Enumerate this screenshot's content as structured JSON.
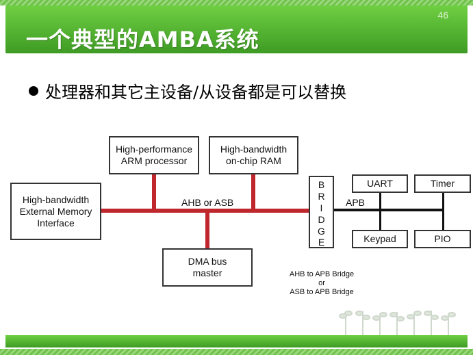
{
  "header": {
    "title": "一个典型的AMBA系统",
    "page_number": "46"
  },
  "bullet": "处理器和其它主设备/从设备都是可以替换",
  "diagram": {
    "boxes": {
      "external_memory": "High-bandwidth\nExternal Memory\nInterface",
      "arm_processor": "High-performance\nARM processor",
      "onchip_ram": "High-bandwidth\non-chip RAM",
      "dma": "DMA bus\nmaster",
      "uart": "UART",
      "timer": "Timer",
      "keypad": "Keypad",
      "pio": "PIO"
    },
    "bridge_letters": [
      "B",
      "R",
      "I",
      "D",
      "G",
      "E"
    ],
    "bus_labels": {
      "ahb": "AHB or ASB",
      "apb": "APB"
    },
    "note": "AHB to APB Bridge\nor\nASB to APB Bridge"
  },
  "colors": {
    "accent_green": "#4caf33",
    "bus_red": "#c0272d",
    "line_black": "#111111"
  }
}
